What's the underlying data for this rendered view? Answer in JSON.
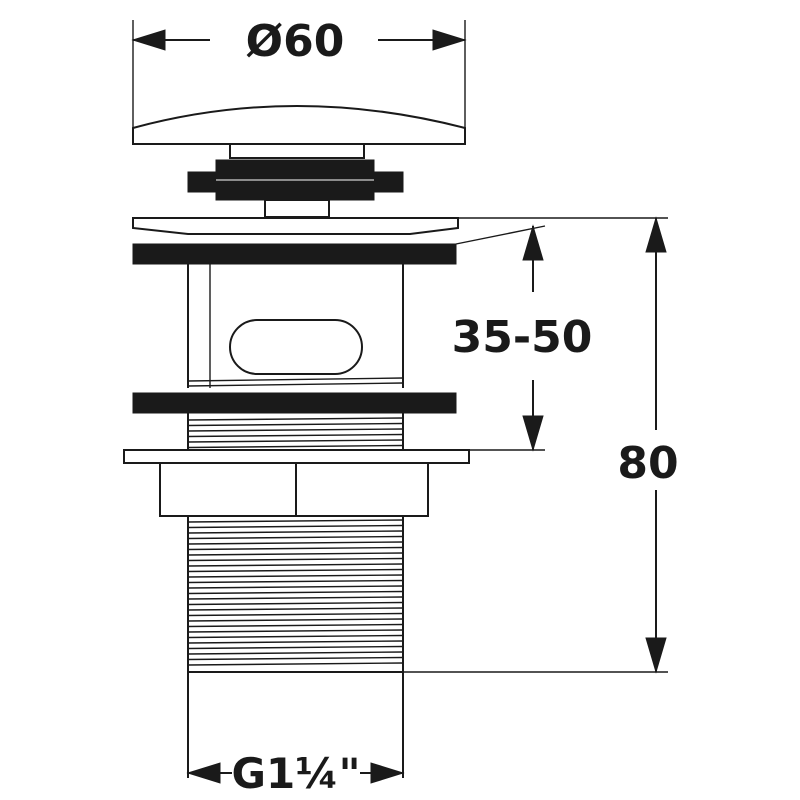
{
  "dimensions": {
    "top_diameter": "Ø60",
    "clamp_range": "35-50",
    "total_height": "80",
    "thread_size": "G1¼\""
  },
  "colors": {
    "line": "#1a1a1a",
    "background": "#ffffff"
  }
}
